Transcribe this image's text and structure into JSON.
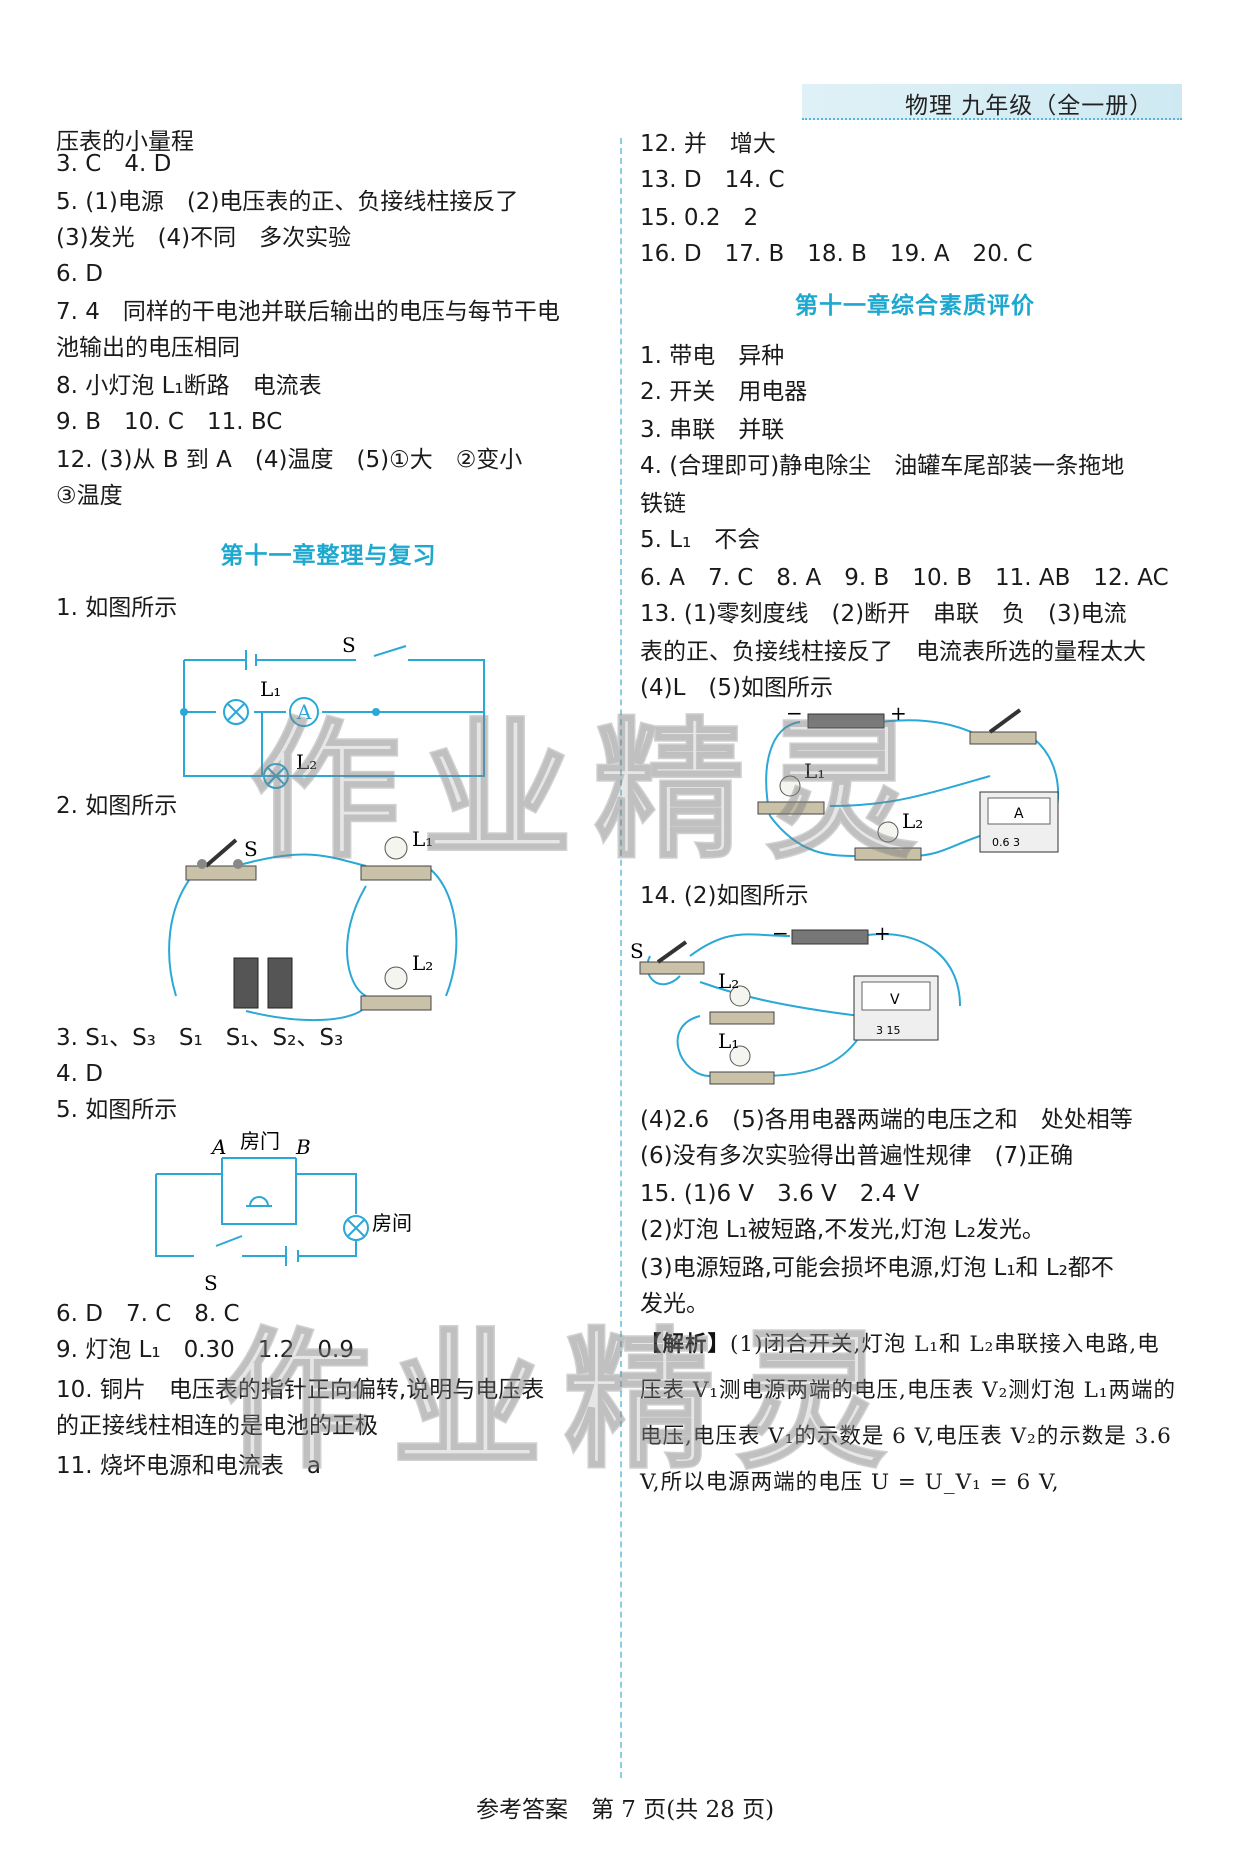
{
  "header": {
    "title": "物理 九年级（全一册）"
  },
  "footer": {
    "text": "参考答案　第 7 页(共 28 页)"
  },
  "watermark": {
    "text": "作业精灵"
  },
  "left": {
    "lines": [
      "压表的小量程",
      "3. C　4. D",
      "5. (1)电源　(2)电压表的正、负接线柱接反了",
      "(3)发光　(4)不同　多次实验",
      "6. D",
      "7. 4　同样的干电池并联后输出的电压与每节干电",
      "池输出的电压相同",
      "8. 小灯泡 L₁断路　电流表",
      "9. B　10. C　11. BC",
      "12. (3)从 B 到 A　(4)温度　(5)①大　②变小",
      "③温度"
    ],
    "section_title": "第十一章整理与复习",
    "q1": "1. 如图所示",
    "q2": "2. 如图所示",
    "q3": "3. S₁、S₃　S₁　S₁、S₂、S₃",
    "q4": "4. D",
    "q5": "5. 如图所示",
    "q6": "6. D　7. C　8. C",
    "q9": "9. 灯泡 L₁　0.30　1.2　0.9",
    "q10a": "10. 铜片　电压表的指针正向偏转,说明与电压表",
    "q10b": "的正接线柱相连的是电池的正极",
    "q11": "11. 烧坏电源和电流表　a",
    "fig1": {
      "S": "S",
      "L1": "L₁",
      "L2": "L₂",
      "A": "A"
    },
    "fig2": {
      "S": "S",
      "L1": "L₁",
      "L2": "L₂"
    },
    "fig5": {
      "A": "A",
      "B": "B",
      "door": "房门",
      "room": "房间",
      "S": "S"
    }
  },
  "right": {
    "lines_top": [
      "12. 并　增大",
      "13. D　14. C",
      "15. 0.2　2",
      "16. D　17. B　18. B　19. A　20. C"
    ],
    "section_title": "第十一章综合素质评价",
    "lines_mid": [
      "1. 带电　异种",
      "2. 开关　用电器",
      "3. 串联　并联",
      "4. (合理即可)静电除尘　油罐车尾部装一条拖地",
      "铁链",
      "5. L₁　不会",
      "6. A　7. C　8. A　9. B　10. B　11. AB　12. AC",
      "13. (1)零刻度线　(2)断开　串联　负　(3)电流",
      "表的正、负接线柱接反了　电流表所选的量程太大",
      "(4)L　(5)如图所示"
    ],
    "q14": "14. (2)如图所示",
    "lines_bottom": [
      "(4)2.6　(5)各用电器两端的电压之和　处处相等",
      "(6)没有多次实验得出普遍性规律　(7)正确",
      "15. (1)6 V　3.6 V　2.4 V",
      "(2)灯泡 L₁被短路,不发光,灯泡 L₂发光。",
      "(3)电源短路,可能会损坏电源,灯泡 L₁和 L₂都不",
      "发光。"
    ],
    "analysis_tag": "【解析】",
    "analysis_text": "(1)闭合开关,灯泡 L₁和 L₂串联接入电路,电压表 V₁测电源两端的电压,电压表 V₂测灯泡 L₁两端的电压,电压表 V₁的示数是 6 V,电压表 V₂的示数是 3.6 V,所以电源两端的电压 U = U_V₁ = 6 V,",
    "fig13": {
      "minus": "−",
      "plus": "+",
      "L1": "L₁",
      "L2": "L₂",
      "A": "A",
      "scale": "0.6  3"
    },
    "fig14": {
      "minus": "−",
      "plus": "+",
      "S": "S",
      "L1": "L₁",
      "L2": "L₂",
      "V": "V",
      "scale": "3  15"
    }
  }
}
